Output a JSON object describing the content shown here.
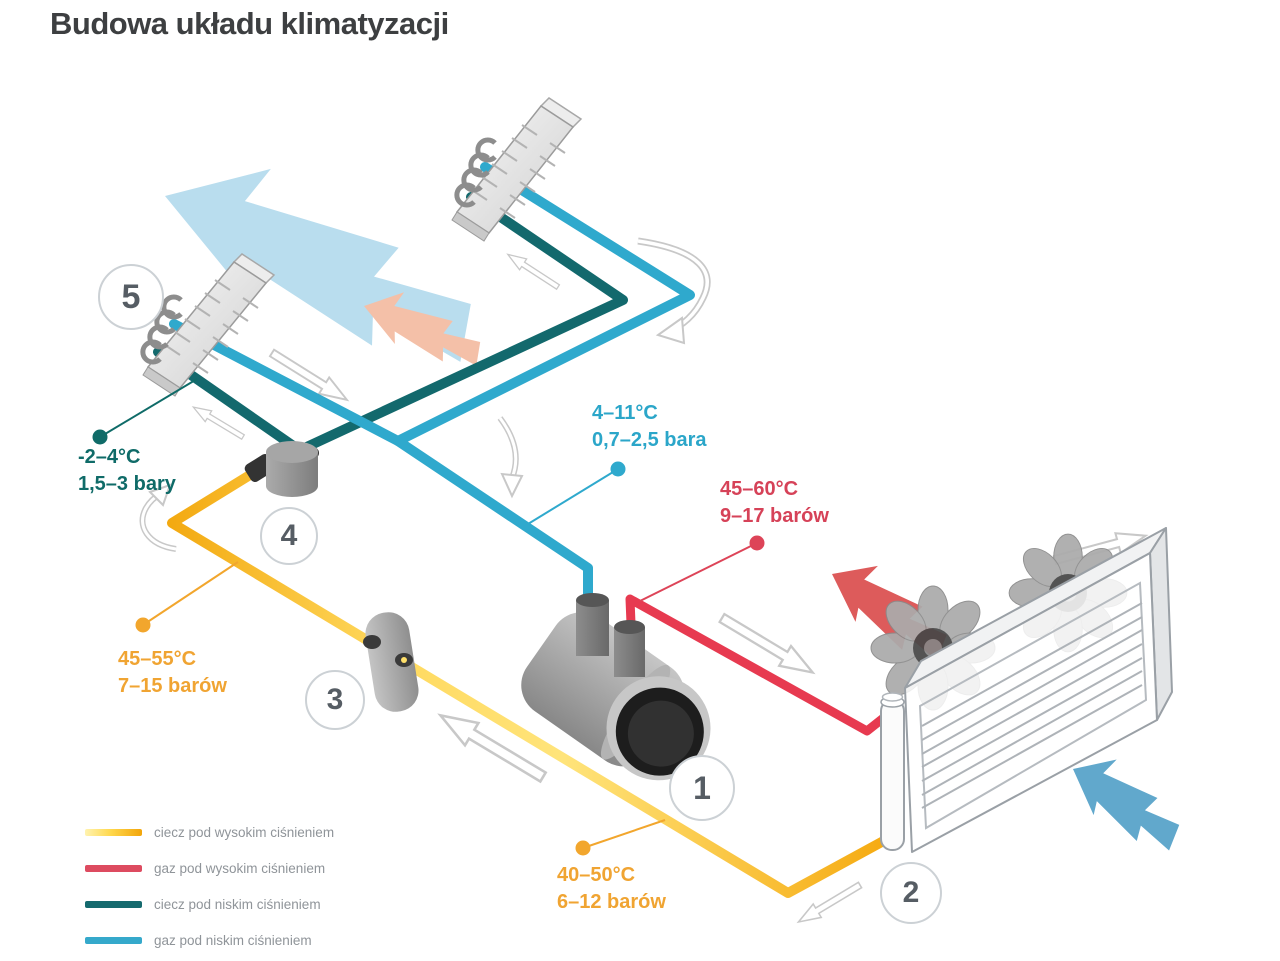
{
  "title": "Budowa układu klimatyzacji",
  "diagram": {
    "labels": {
      "evaporator_outlet": {
        "temp": "-2–4°C",
        "pressure": "1,5–3 bary"
      },
      "suction_gas": {
        "temp": "4–11°C",
        "pressure": "0,7–2,5 bara"
      },
      "discharge_gas": {
        "temp": "45–60°C",
        "pressure": "9–17 barów"
      },
      "liquid_line_valve": {
        "temp": "45–55°C",
        "pressure": "7–15 barów"
      },
      "liquid_line_condenser": {
        "temp": "40–50°C",
        "pressure": "6–12 barów"
      }
    },
    "markers": [
      "1",
      "2",
      "3",
      "4",
      "5"
    ],
    "colors": {
      "pipe_liquid_high": "#f6ac12",
      "pipe_gas_high": "#e73a50",
      "pipe_liquid_low": "#13696d",
      "pipe_gas_low": "#2fa9cd",
      "arrow_cold_air": "#b9ddee",
      "arrow_warm_air": "#f4c0a8",
      "arrow_hot_air": "#dd5b5b",
      "arrow_ambient_air": "#61a8cc",
      "label_teal": "#0f6b68",
      "label_cyan": "#2ba6c9",
      "label_red": "#d64258",
      "label_orange": "#f0a432"
    }
  },
  "legend": {
    "items": [
      {
        "label": "ciecz pod wysokim ciśnieniem",
        "color": "#f2a50a"
      },
      {
        "label": "gaz pod wysokim ciśnieniem",
        "color": "#dd4b60"
      },
      {
        "label": "ciecz pod niskim ciśnieniem",
        "color": "#156a6e"
      },
      {
        "label": "gaz pod niskim ciśnieniem",
        "color": "#35a9cb"
      }
    ]
  }
}
